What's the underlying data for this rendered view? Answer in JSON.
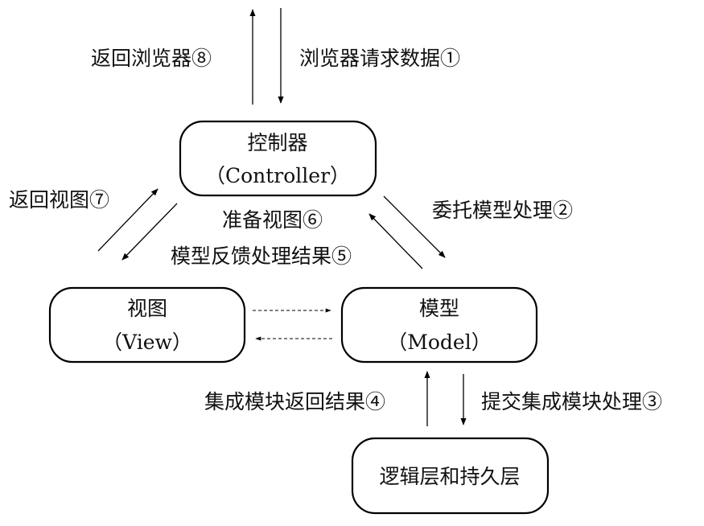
{
  "nodes": {
    "controller": {
      "title": "控制器",
      "subtitle": "（Controller）"
    },
    "view": {
      "title": "视图",
      "subtitle": "（View）"
    },
    "model": {
      "title": "模型",
      "subtitle": "（Model）"
    },
    "persistence": {
      "title": "逻辑层和持久层"
    }
  },
  "edges": {
    "return_browser": "返回浏览器⑧",
    "browser_request": "浏览器请求数据①",
    "return_view": "返回视图⑦",
    "prepare_view": "准备视图⑥",
    "model_feedback": "模型反馈处理结果⑤",
    "delegate_model": "委托模型处理②",
    "submit_module": "提交集成模块处理③",
    "module_result": "集成模块返回结果④"
  }
}
